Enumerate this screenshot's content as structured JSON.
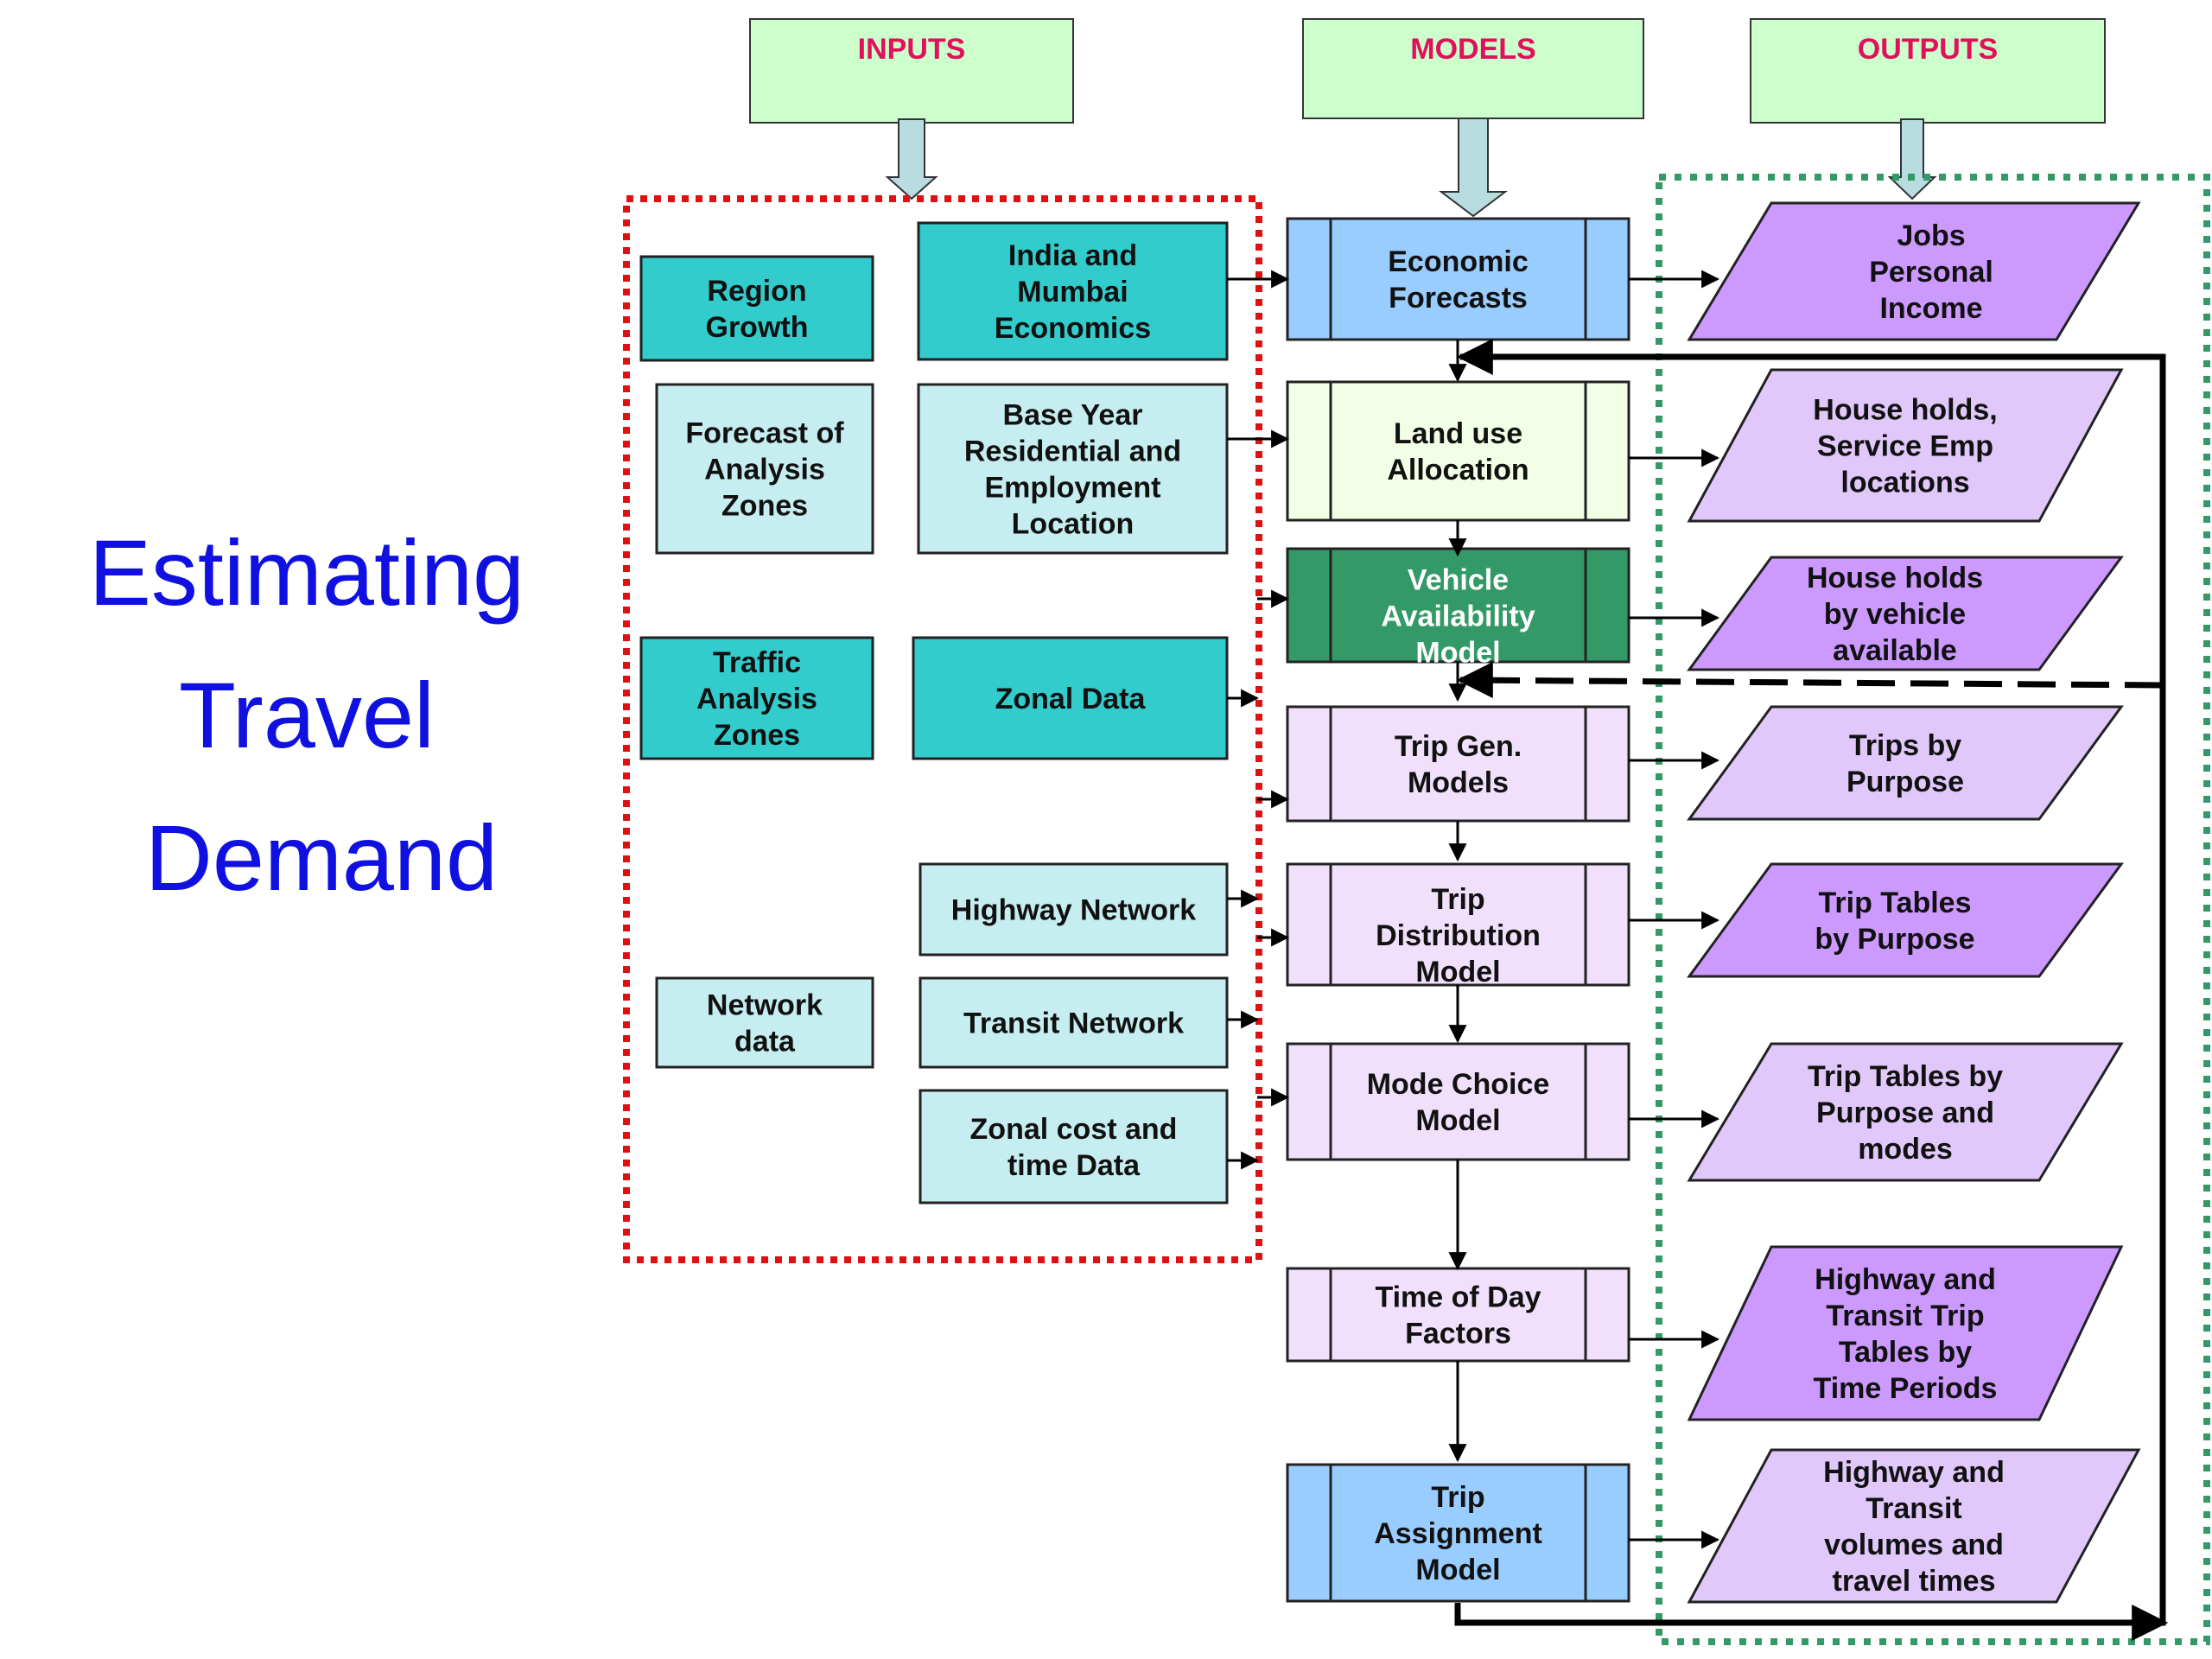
{
  "title": [
    "Estimating",
    "Travel",
    "Demand"
  ],
  "headers": {
    "inputs": "INPUTS",
    "models": "MODELS",
    "outputs": "OUTPUTS"
  },
  "inputs": [
    {
      "id": "region-growth",
      "lines": [
        "Region",
        "Growth"
      ]
    },
    {
      "id": "india-mumbai-economics",
      "lines": [
        "India and",
        "Mumbai",
        "Economics"
      ]
    },
    {
      "id": "forecast-analysis-zones",
      "lines": [
        "Forecast of",
        "Analysis",
        "Zones"
      ]
    },
    {
      "id": "base-year-residential",
      "lines": [
        "Base Year",
        "Residential and",
        "Employment",
        "Location"
      ]
    },
    {
      "id": "traffic-analysis-zones",
      "lines": [
        "Traffic",
        "Analysis",
        "Zones"
      ]
    },
    {
      "id": "zonal-data",
      "lines": [
        "Zonal Data"
      ]
    },
    {
      "id": "highway-network",
      "lines": [
        "Highway Network"
      ]
    },
    {
      "id": "network-data",
      "lines": [
        "Network",
        "data"
      ]
    },
    {
      "id": "transit-network",
      "lines": [
        "Transit Network"
      ]
    },
    {
      "id": "zonal-cost-time",
      "lines": [
        "Zonal cost and",
        "time Data"
      ]
    }
  ],
  "models": [
    {
      "id": "economic-forecasts",
      "lines": [
        "Economic",
        "Forecasts"
      ]
    },
    {
      "id": "land-use-allocation",
      "lines": [
        "Land use",
        "Allocation"
      ]
    },
    {
      "id": "vehicle-availability",
      "lines": [
        "Vehicle",
        "Availability",
        "Model"
      ]
    },
    {
      "id": "trip-gen",
      "lines": [
        "Trip Gen.",
        "Models"
      ]
    },
    {
      "id": "trip-distribution",
      "lines": [
        "Trip",
        "Distribution",
        "Model"
      ]
    },
    {
      "id": "mode-choice",
      "lines": [
        "Mode Choice",
        "Model"
      ]
    },
    {
      "id": "time-of-day",
      "lines": [
        "Time of Day",
        "Factors"
      ]
    },
    {
      "id": "trip-assignment",
      "lines": [
        "Trip",
        "Assignment",
        "Model"
      ]
    }
  ],
  "outputs": [
    {
      "id": "jobs-income",
      "lines": [
        "Jobs",
        "Personal",
        "Income"
      ]
    },
    {
      "id": "households-service-emp",
      "lines": [
        "House holds,",
        "Service Emp",
        "locations"
      ]
    },
    {
      "id": "households-by-vehicle",
      "lines": [
        "House holds",
        "by vehicle",
        "available"
      ]
    },
    {
      "id": "trips-by-purpose",
      "lines": [
        "Trips by",
        "Purpose"
      ]
    },
    {
      "id": "trip-tables-by-purpose",
      "lines": [
        "Trip Tables",
        "by Purpose"
      ]
    },
    {
      "id": "trip-tables-purpose-modes",
      "lines": [
        "Trip Tables by",
        "Purpose and",
        "modes"
      ]
    },
    {
      "id": "highway-transit-trip-tables",
      "lines": [
        "Highway and",
        "Transit Trip",
        "Tables by",
        "Time Periods"
      ]
    },
    {
      "id": "highway-transit-volumes",
      "lines": [
        "Highway and",
        "Transit",
        "volumes and",
        "travel times"
      ]
    }
  ],
  "colors": {
    "header_fill": "#ccffcc",
    "header_text": "#e0105a",
    "title_text": "#1010e0",
    "input_dark": "#33cccc",
    "input_light": "#c6eef0",
    "model_blue": "#99ccff",
    "model_green_light": "#f2ffe6",
    "model_green_dark": "#339966",
    "model_lavender": "#f0e0fb",
    "output_dark": "#cc99ff",
    "output_light": "#e0c8fb",
    "inputs_border": "#e01010",
    "outputs_border": "#339966",
    "header_arrow": "#b8dce0"
  }
}
